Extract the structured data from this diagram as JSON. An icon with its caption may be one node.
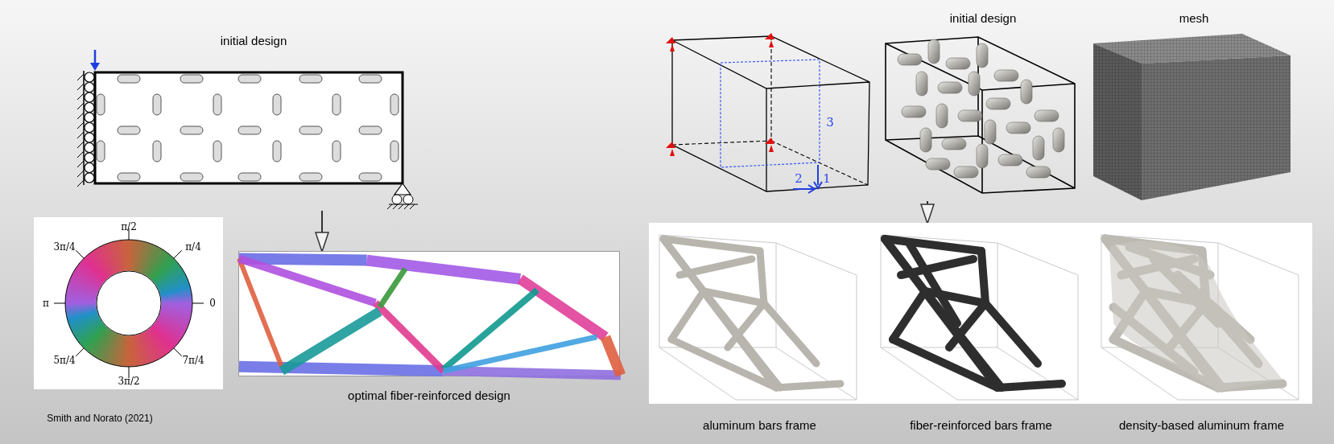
{
  "diagram": {
    "nodes": [
      {
        "text": [
          "initial design"
        ]
      },
      {
        "text": [
          "optimal fiber-reinforced design"
        ]
      },
      {
        "text": [
          "initial design"
        ]
      },
      {
        "text": [
          "mesh"
        ]
      },
      {
        "text": [],
        "shape": "picture"
      },
      {
        "text": [
          "aluminum bars  frame"
        ],
        "in": 4
      },
      {
        "text": [
          "fiber-reinforced bars  frame"
        ],
        "in": 4
      },
      {
        "text": [
          "density-based aluminum frame"
        ],
        "in": 4
      }
    ],
    "edges": [
      {
        "from": 0,
        "to": 1,
        "arrow": "to"
      },
      {
        "from": 2,
        "to": 4,
        "arrow": "to"
      }
    ],
    "labels": [
      "π/2",
      "3π/4",
      "π/4",
      "π",
      "0",
      "5π/4",
      "7π/4",
      "3π/2",
      "Smith and Norato (2021)",
      "3",
      "1",
      "2"
    ]
  }
}
